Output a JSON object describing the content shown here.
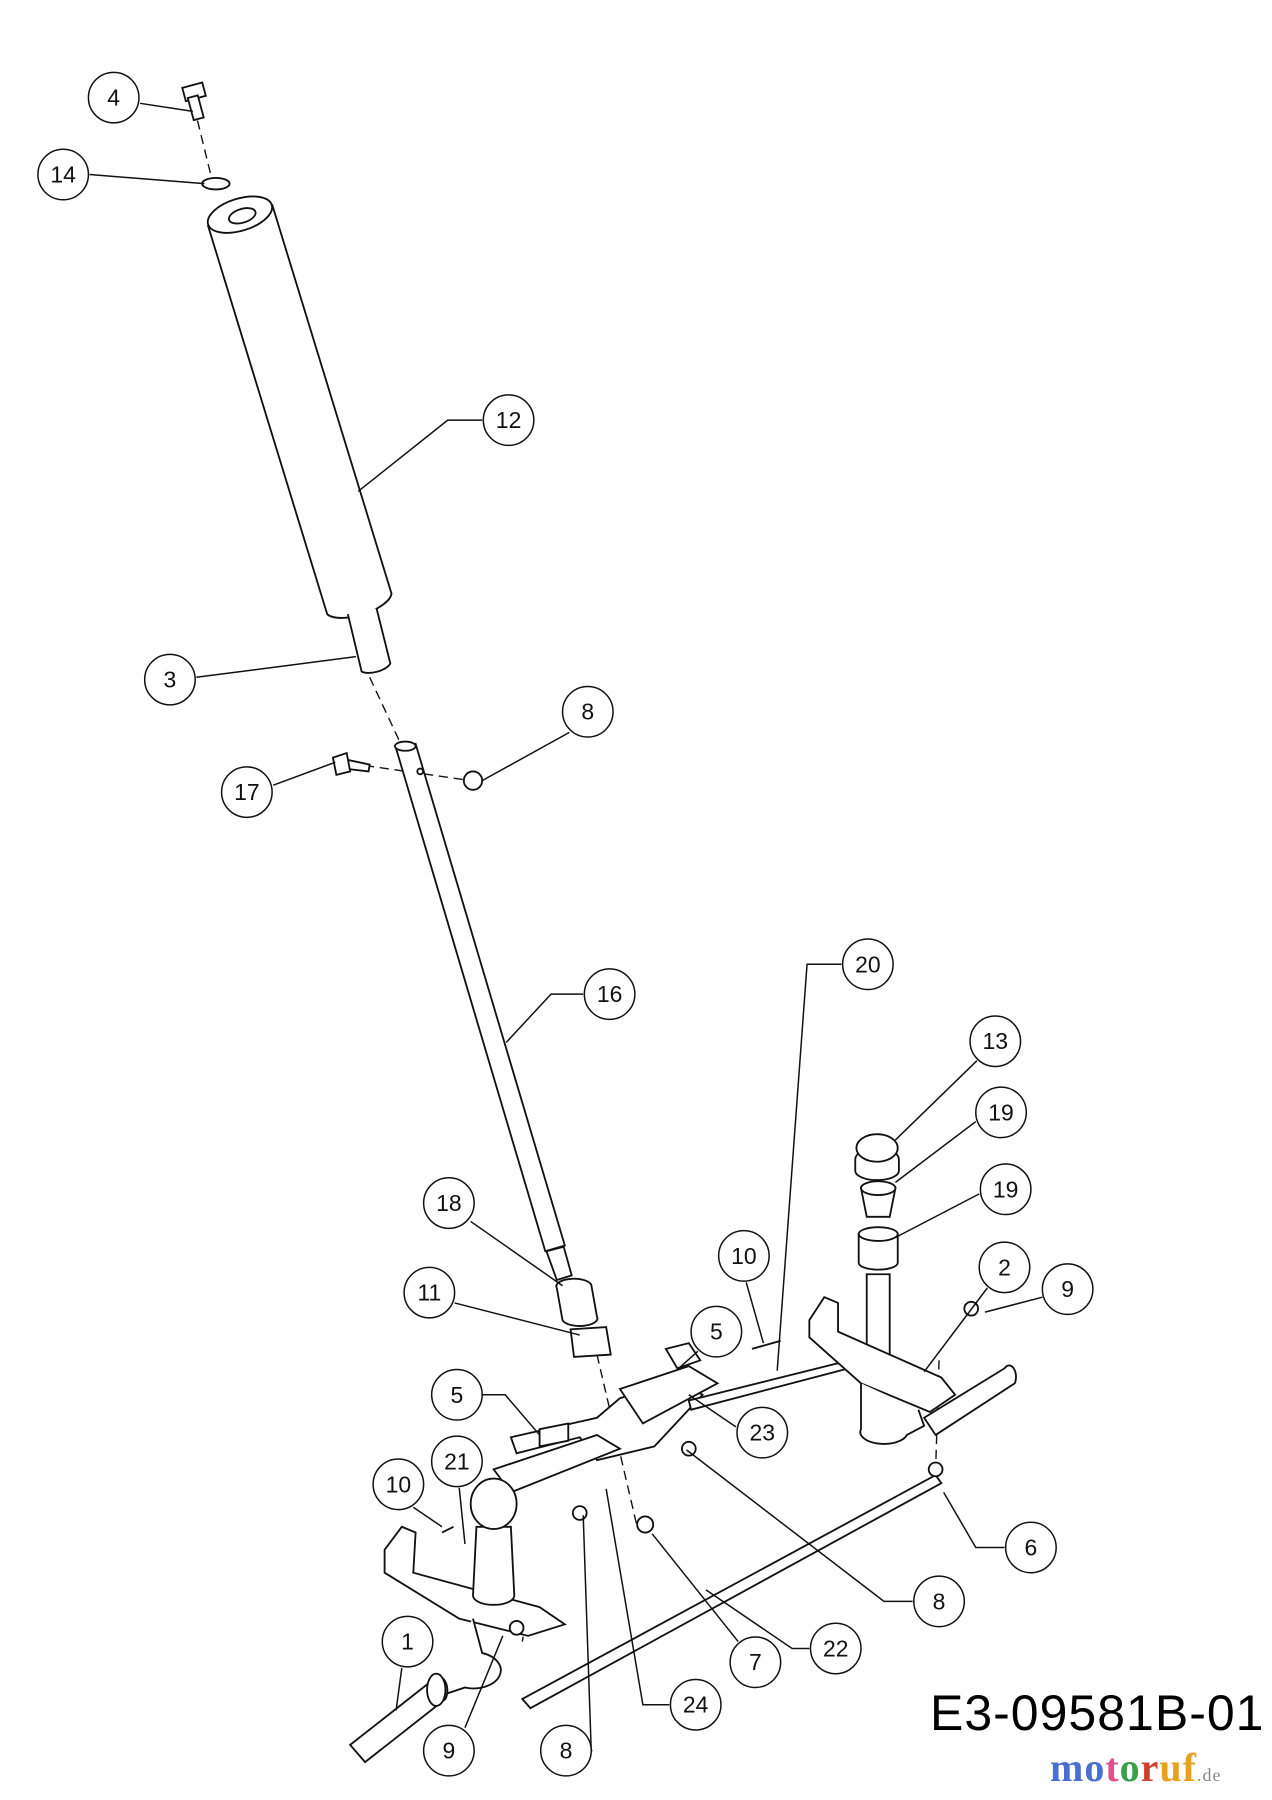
{
  "document_number": "E3-09581B-01",
  "watermark": {
    "letters": [
      "m",
      "o",
      "t",
      "o",
      "r",
      "u",
      "f"
    ],
    "suffix": ".de",
    "colors": [
      "#4a6fd0",
      "#4a6fd0",
      "#e0508a",
      "#3aa04a",
      "#d04030",
      "#e8a020",
      "#e8a020"
    ]
  },
  "callouts": [
    "4",
    "14",
    "12",
    "3",
    "8",
    "17",
    "16",
    "20",
    "13",
    "19",
    "19",
    "2",
    "9",
    "10",
    "5",
    "18",
    "11",
    "5",
    "23",
    "8",
    "7",
    "22",
    "6",
    "10",
    "21",
    "1",
    "9",
    "8",
    "24"
  ]
}
